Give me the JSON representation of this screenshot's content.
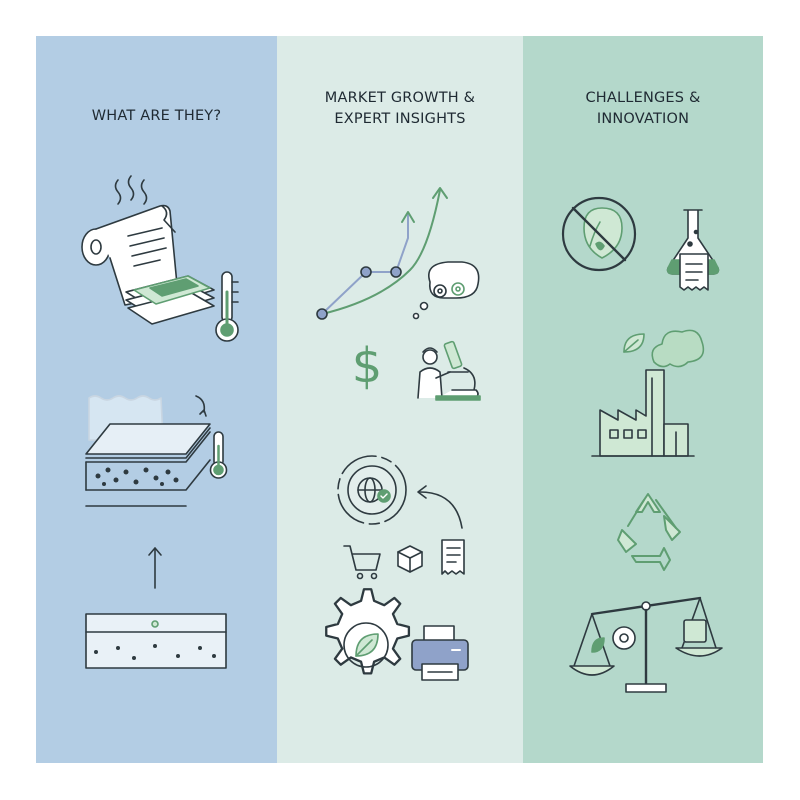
{
  "colors": {
    "panel_left": "#b3cde4",
    "panel_middle": "#dcebe7",
    "panel_right": "#b4d8cb",
    "accent_green": "#5f9e72",
    "light_green": "#cfe8d4",
    "line_blue": "#8fa2c9",
    "ink": "#2e3a40"
  },
  "columns": [
    {
      "title_lines": [
        "WHAT ARE THEY?"
      ],
      "icons": [
        "heated-paper-roll-icon",
        "coated-layers-icon",
        "coating-substrate-icon"
      ]
    },
    {
      "title_lines": [
        "MARKET GROWTH &",
        "EXPERT INSIGHTS"
      ],
      "icons": [
        "growth-chart-icon",
        "dollar-icon",
        "scientist-microscope-icon",
        "global-commerce-icon",
        "eco-printing-icon"
      ]
    },
    {
      "title_lines": [
        "CHALLENGES &",
        "INNOVATION"
      ],
      "icons": [
        "no-bpa-icon",
        "lab-flask-icon",
        "green-factory-icon",
        "recycle-icon",
        "balance-scale-icon"
      ]
    }
  ]
}
